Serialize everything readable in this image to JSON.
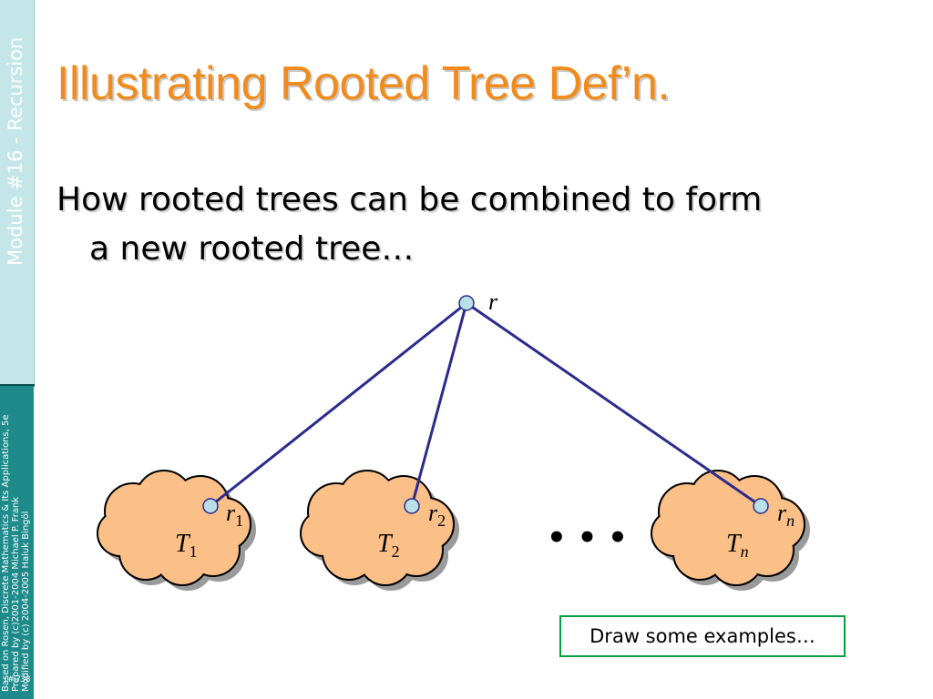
{
  "slide": {
    "module_label": "Module #16 - Recursion",
    "credits": [
      "Based on Rosen, Discrete Mathematics & Its Applications, 5e",
      "Prepared by (c)2001-2004 Michael P. Frank",
      "Modified by (c) 2004-2005 Haluk Bingöl"
    ],
    "slide_number": "‹#›/38",
    "title": "Illustrating Rooted Tree Def’n.",
    "bullet_line1": "How rooted trees can be combined to form",
    "bullet_line2": "a new rooted tree…",
    "callout": "Draw some examples…"
  },
  "diagram": {
    "root_label": "r",
    "ellipsis": "• • •",
    "subtrees": [
      {
        "tree": "T",
        "tree_sub": "1",
        "root": "r",
        "root_sub": "1"
      },
      {
        "tree": "T",
        "tree_sub": "2",
        "root": "r",
        "root_sub": "2"
      },
      {
        "tree": "T",
        "tree_sub": "n",
        "root": "r",
        "root_sub": "n"
      }
    ],
    "colors": {
      "cloud_fill": "#fbbf88",
      "cloud_stroke": "#000000",
      "cloud_shadow": "#9a9a9a",
      "edge": "#2b2b8c",
      "node_fill": "#b8dfe6",
      "title": "#f08c1e",
      "sidebar_light": "#c4e6e8",
      "sidebar_dark": "#1e8a8a",
      "callout_border": "#00a040"
    }
  }
}
